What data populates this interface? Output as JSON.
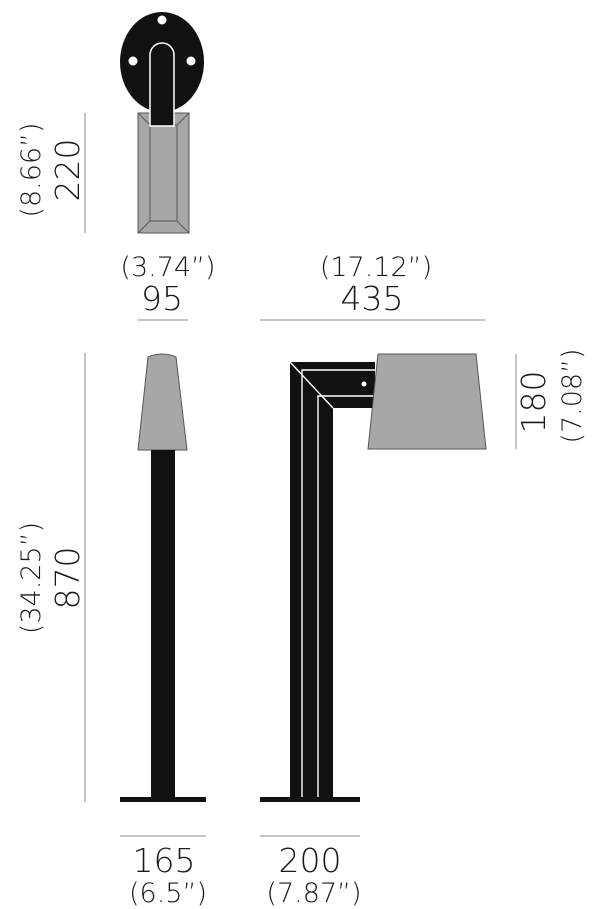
{
  "colors": {
    "metal": "#111111",
    "shade": "#a7a7a7",
    "shade_edge": "#555555",
    "guide": "#8a8a8a"
  },
  "top_view": {
    "height_mm": "220",
    "height_in": "(8.66”)"
  },
  "shade_width": {
    "mm": "95",
    "in": "(3.74”)"
  },
  "arm_reach": {
    "mm": "435",
    "in": "(17.12”)"
  },
  "total_height": {
    "mm": "870",
    "in": "(34.25”)"
  },
  "shade_height": {
    "mm": "180",
    "in": "(7.08”)"
  },
  "base_front": {
    "mm": "165",
    "in": "(6.5”)"
  },
  "base_side": {
    "mm": "200",
    "in": "(7.87”)"
  }
}
